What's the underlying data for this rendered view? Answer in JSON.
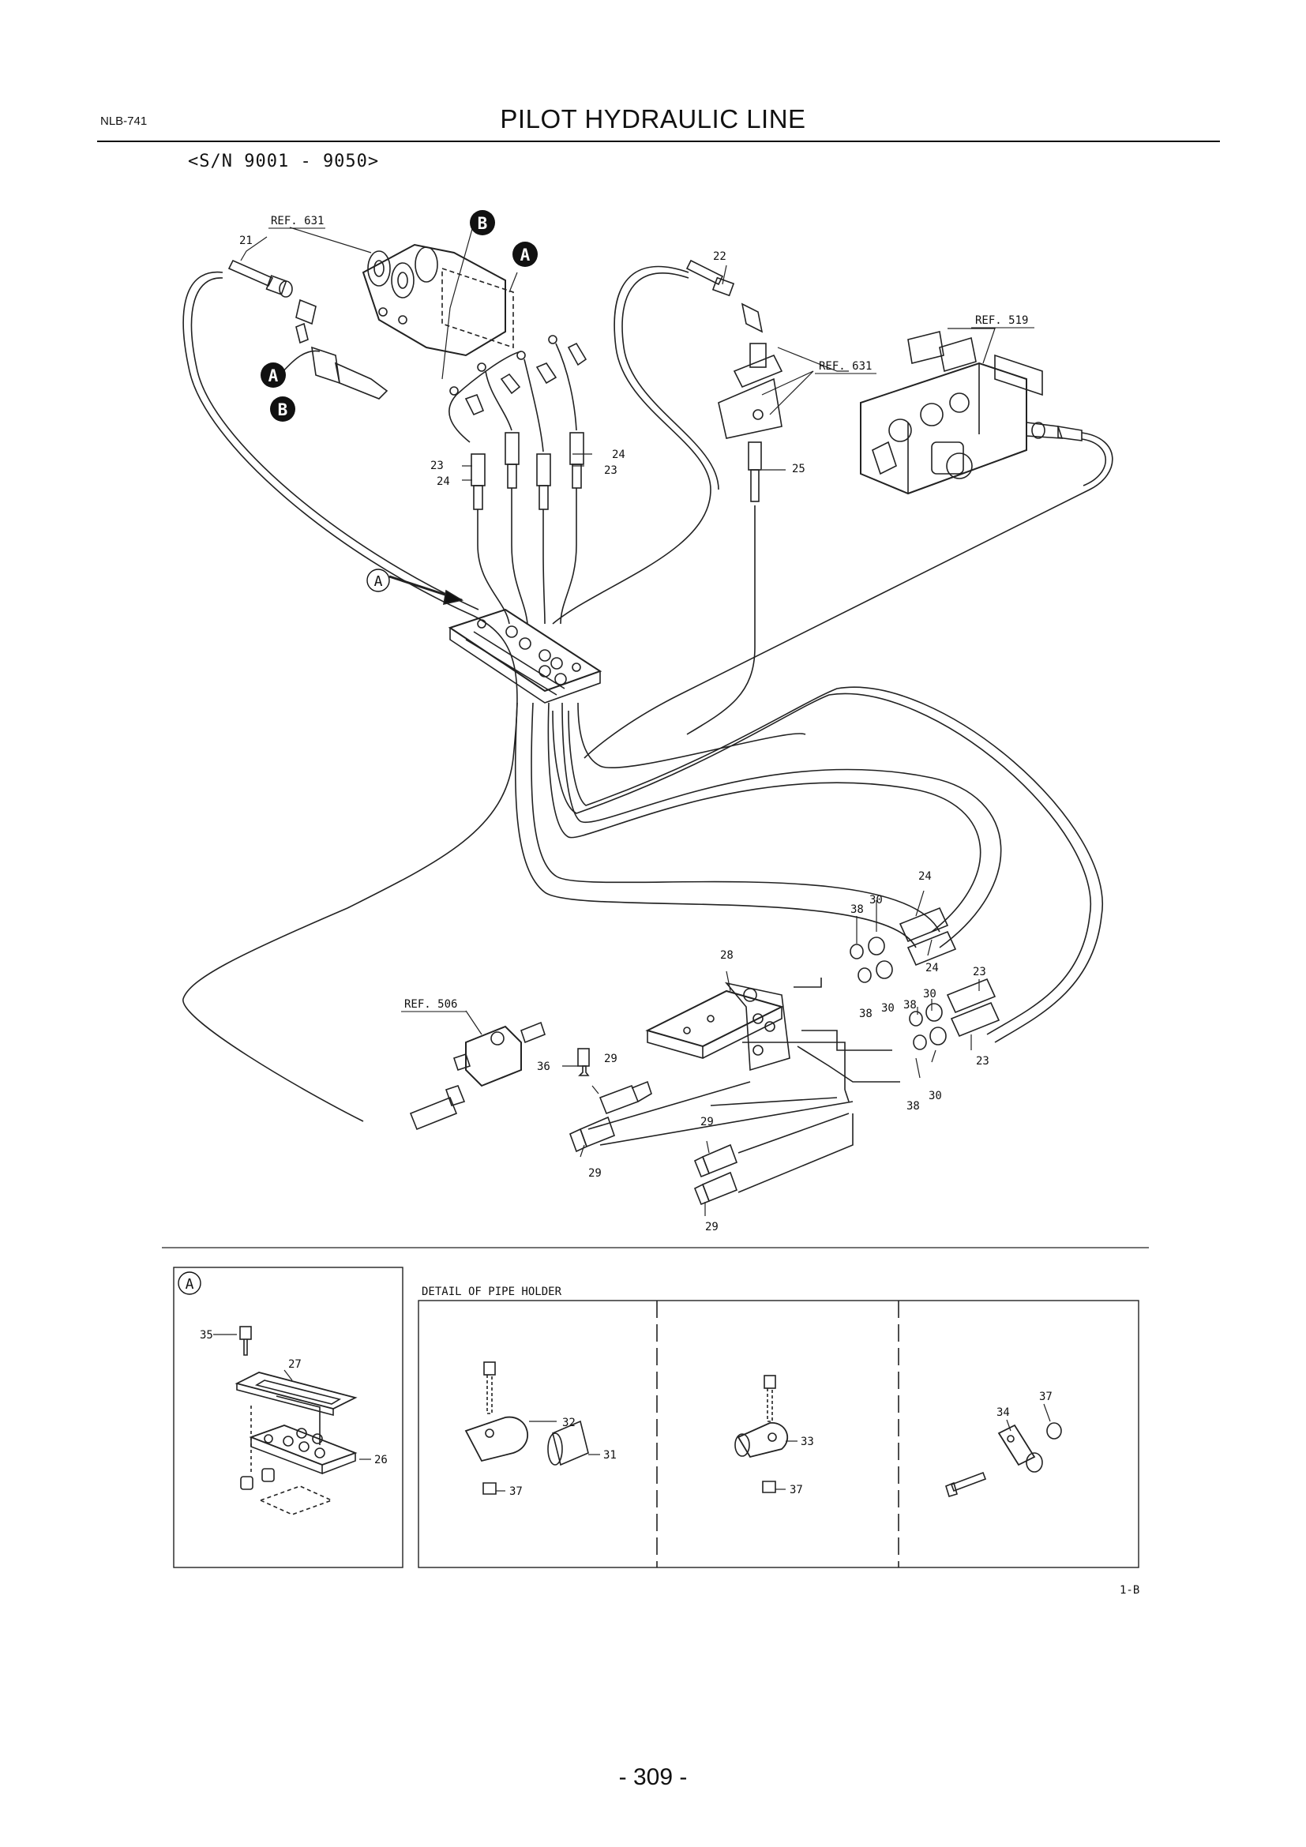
{
  "header": {
    "code": "NLB-741",
    "title": "PILOT HYDRAULIC LINE",
    "serial_range": "<S/N 9001 - 9050>"
  },
  "callouts": {
    "ref_631_top": "REF. 631",
    "ref_631_right": "REF. 631",
    "ref_519": "REF. 519",
    "ref_506": "REF. 506",
    "marker_a": "A",
    "marker_b": "B",
    "detail_a": "A"
  },
  "part_numbers": {
    "p21": "21",
    "p22": "22",
    "p23a": "23",
    "p24a": "24",
    "p24b": "24",
    "p23b": "23",
    "p25": "25",
    "p28": "28",
    "p24c": "24",
    "p38a": "38",
    "p30a": "30",
    "p24d": "24",
    "p23c": "23",
    "p38b": "38",
    "p30b": "30",
    "p38c": "38",
    "p30c": "30",
    "p23d": "23",
    "p38d": "38",
    "p30d": "30",
    "p36": "36",
    "p29a": "29",
    "p29b": "29",
    "p29c": "29",
    "p29d": "29"
  },
  "detail": {
    "sheet_code": "1-B",
    "pipe_holder_title": "DETAIL OF PIPE HOLDER",
    "p35": "35",
    "p27": "27",
    "p26": "26",
    "p32": "32",
    "p31": "31",
    "p37a": "37",
    "p33": "33",
    "p37b": "37",
    "p34": "34",
    "p37c": "37"
  },
  "footer": {
    "page_number": "- 309 -"
  }
}
